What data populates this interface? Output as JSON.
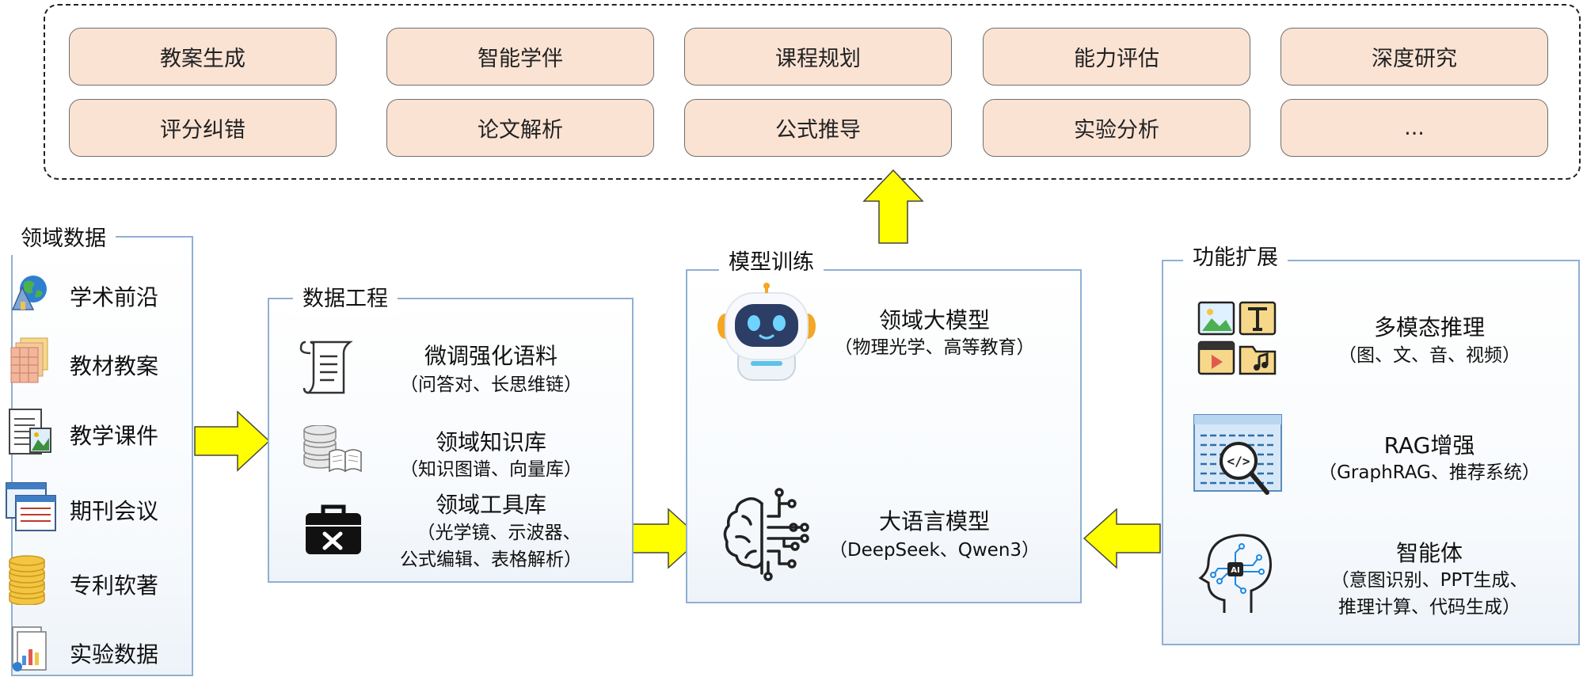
{
  "applications": [
    "教案生成",
    "智能学伴",
    "课程规划",
    "能力评估",
    "深度研究",
    "评分纠错",
    "论文解析",
    "公式推导",
    "实验分析",
    "..."
  ],
  "domain_data": {
    "title": "领域数据",
    "items": [
      "学术前沿",
      "教材教案",
      "教学课件",
      "期刊会议",
      "专利软著",
      "实验数据"
    ]
  },
  "data_engineering": {
    "title": "数据工程",
    "corpus": {
      "title": "微调强化语料",
      "sub": "（问答对、长思维链）"
    },
    "knowledge": {
      "title": "领域知识库",
      "sub": "（知识图谱、向量库）"
    },
    "tools": {
      "title": "领域工具库",
      "sub1": "（光学镜、示波器、",
      "sub2": "公式编辑、表格解析）"
    }
  },
  "model_training": {
    "title": "模型训练",
    "domain_model": {
      "title": "领域大模型",
      "sub": "（物理光学、高等教育）"
    },
    "llm": {
      "title": "大语言模型",
      "sub": "（DeepSeek、Qwen3）"
    }
  },
  "extensions": {
    "title": "功能扩展",
    "multimodal": {
      "title": "多模态推理",
      "sub": "（图、文、音、视频）"
    },
    "rag": {
      "title": "RAG增强",
      "sub": "（GraphRAG、推荐系统）"
    },
    "agent": {
      "title": "智能体",
      "sub1": "（意图识别、PPT生成、",
      "sub2": "推理计算、代码生成）"
    }
  },
  "colors": {
    "arrow_fill": "#ffff00",
    "panel_border": "#8fb0d2",
    "app_fill": "#fbe3d4"
  }
}
